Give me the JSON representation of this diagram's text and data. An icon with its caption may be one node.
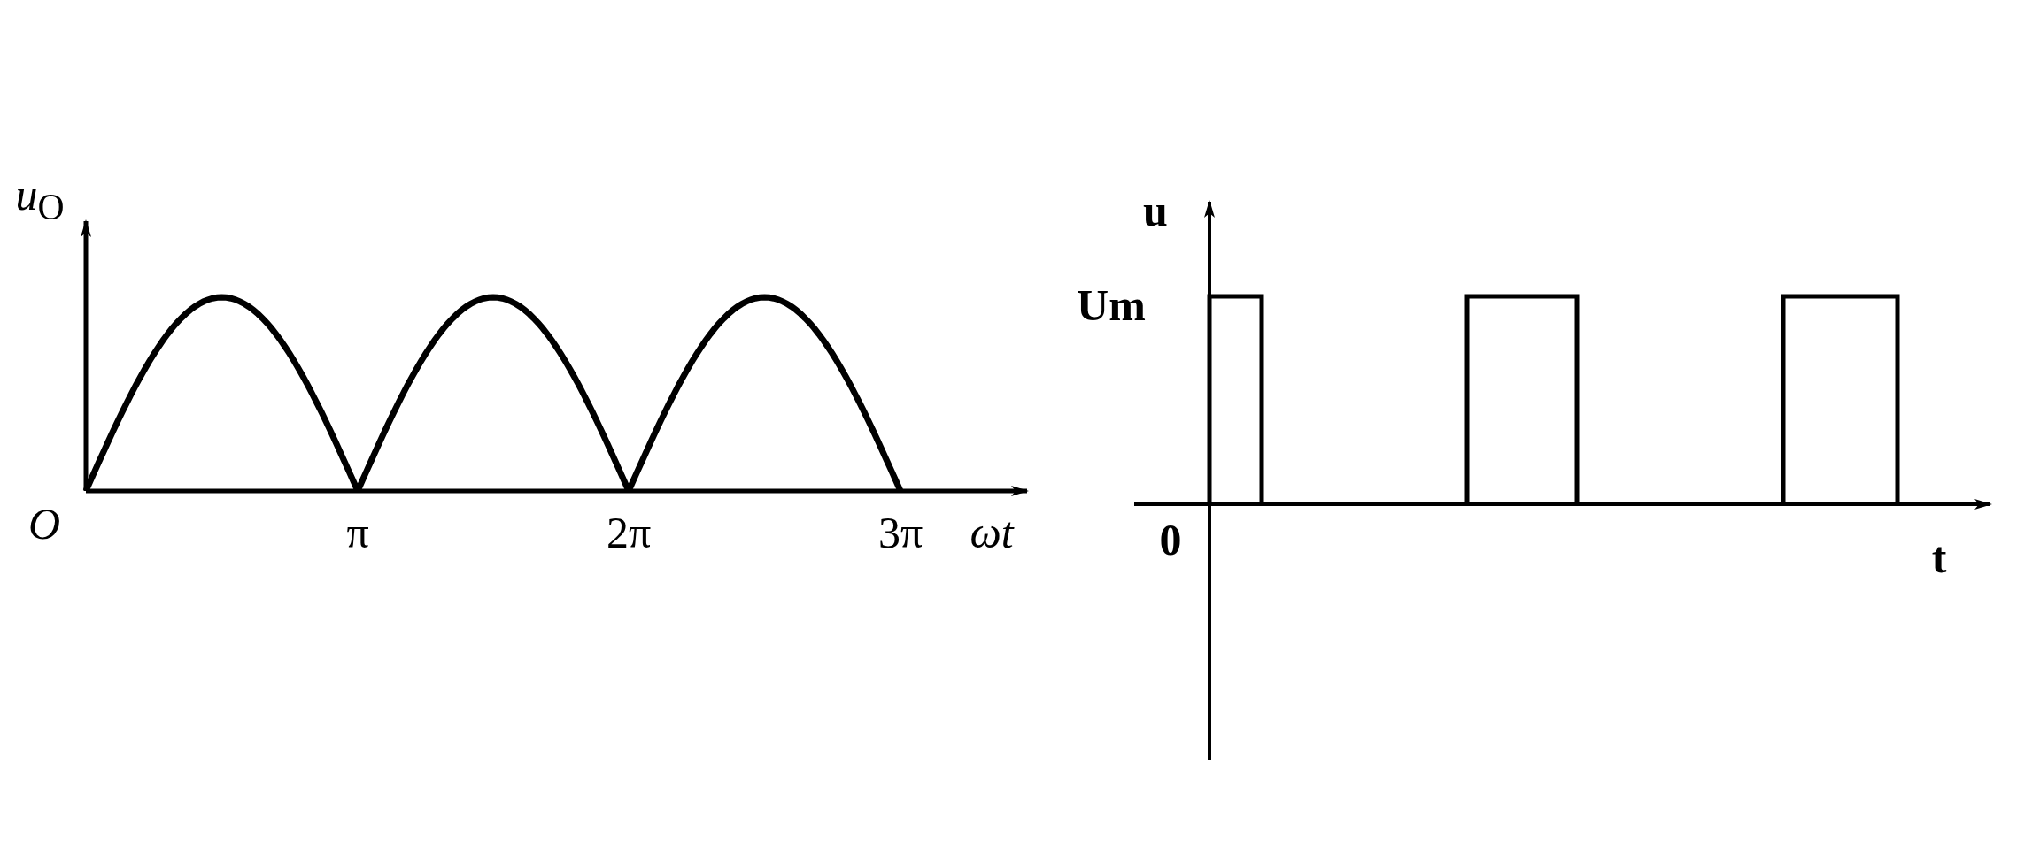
{
  "diagram": {
    "labels": [
      "*u*$_{O}$",
      "O",
      "π",
      "2π",
      "3π",
      "ωt",
      "u",
      "Um",
      "0",
      "t"
    ]
  }
}
